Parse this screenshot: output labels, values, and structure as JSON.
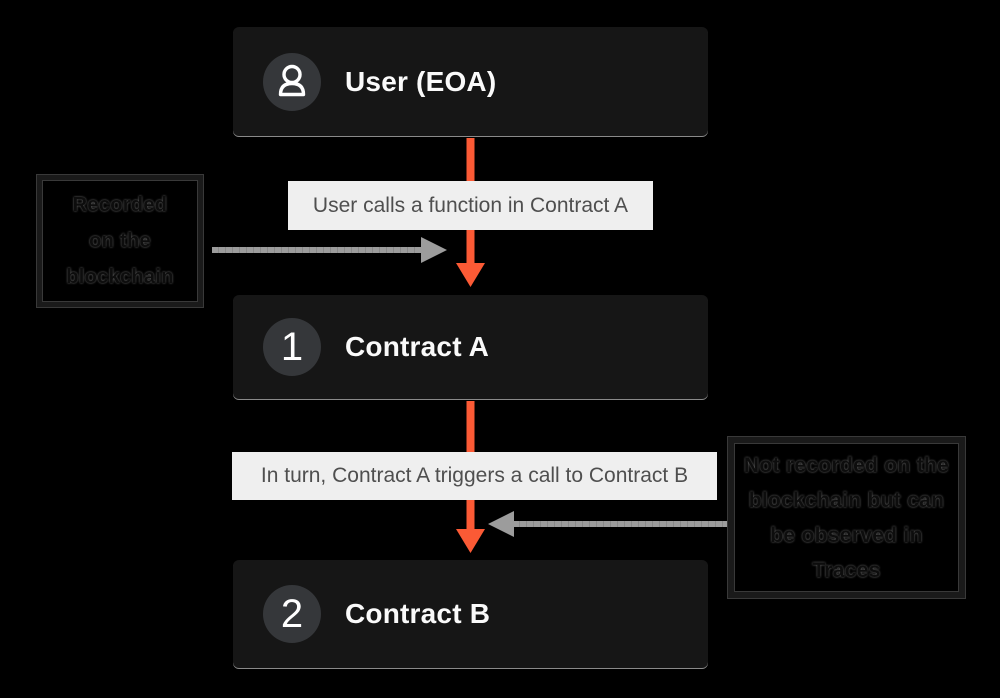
{
  "diagram_title": "Contract call flow (User EOA to Contract A to Contract B)",
  "colors": {
    "bg": "#000000",
    "node-bg": "#161616",
    "badge-bg": "#35373a",
    "accent": "#fb5a35",
    "gray": "#9c9c9c",
    "label-bg": "#efefef",
    "label-text": "#4f4f4f",
    "edge-line": "#8a8a8a"
  },
  "nodes": [
    {
      "id": "user",
      "title": "User (EOA)",
      "badge_icon": "user-avatar-icon"
    },
    {
      "id": "contract-a",
      "title": "Contract A",
      "badge": "1"
    },
    {
      "id": "contract-b",
      "title": "Contract B",
      "badge": "2"
    }
  ],
  "flow": {
    "step1_label": "User calls a function in Contract A",
    "step2_label": "In turn, Contract A triggers a call to Contract B"
  },
  "notes": {
    "left": {
      "lines": [
        "Recorded",
        "on the",
        "blockchain"
      ]
    },
    "right": {
      "lines": [
        "Not recorded on the",
        "blockchain but can",
        "be observed in",
        "Traces"
      ]
    }
  }
}
